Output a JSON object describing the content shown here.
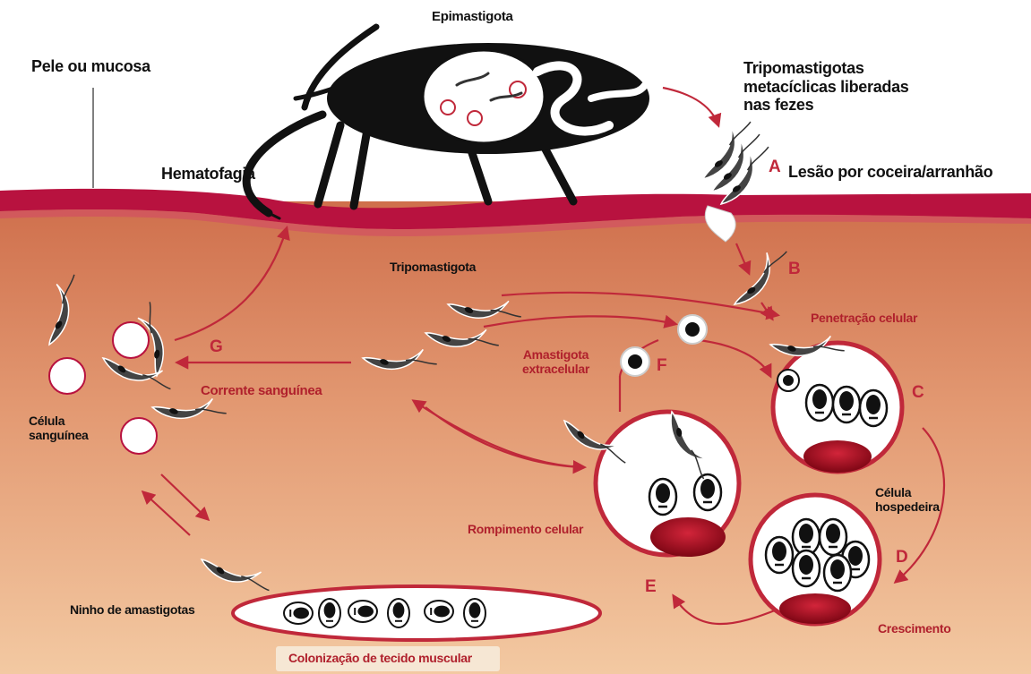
{
  "labels": {
    "epimastigota": "Epimastigota",
    "pele": "Pele ou mucosa",
    "tripo_meta": "Tripomastigotas\nmetacíclicas liberadas\nnas fezes",
    "hematofagia": "Hematofagia",
    "lesao": "Lesão por coceira/arranhão",
    "tripomastigota": "Tripomastigota",
    "penetracao": "Penetração celular",
    "amastigota_extra": "Amastigota\nextracelular",
    "corrente": "Corrente sanguínea",
    "celula_sanguinea": "Célula\nsanguínea",
    "celula_hospedeira": "Célula\nhospedeira",
    "rompimento": "Rompimento celular",
    "ninho": "Ninho de amastigotas",
    "crescimento": "Crescimento",
    "colonizacao": "Colonização de tecido muscular"
  },
  "letters": {
    "a": "A",
    "b": "B",
    "c": "C",
    "d": "D",
    "e": "E",
    "f": "F",
    "g": "G"
  },
  "colors": {
    "skin_top": "#b8123f",
    "tissue_top": "#d77f5b",
    "tissue_bottom": "#f2c39b",
    "arrow": "#c0283a",
    "cell_border": "#c0283a",
    "nucleus": "#a50d1e"
  }
}
